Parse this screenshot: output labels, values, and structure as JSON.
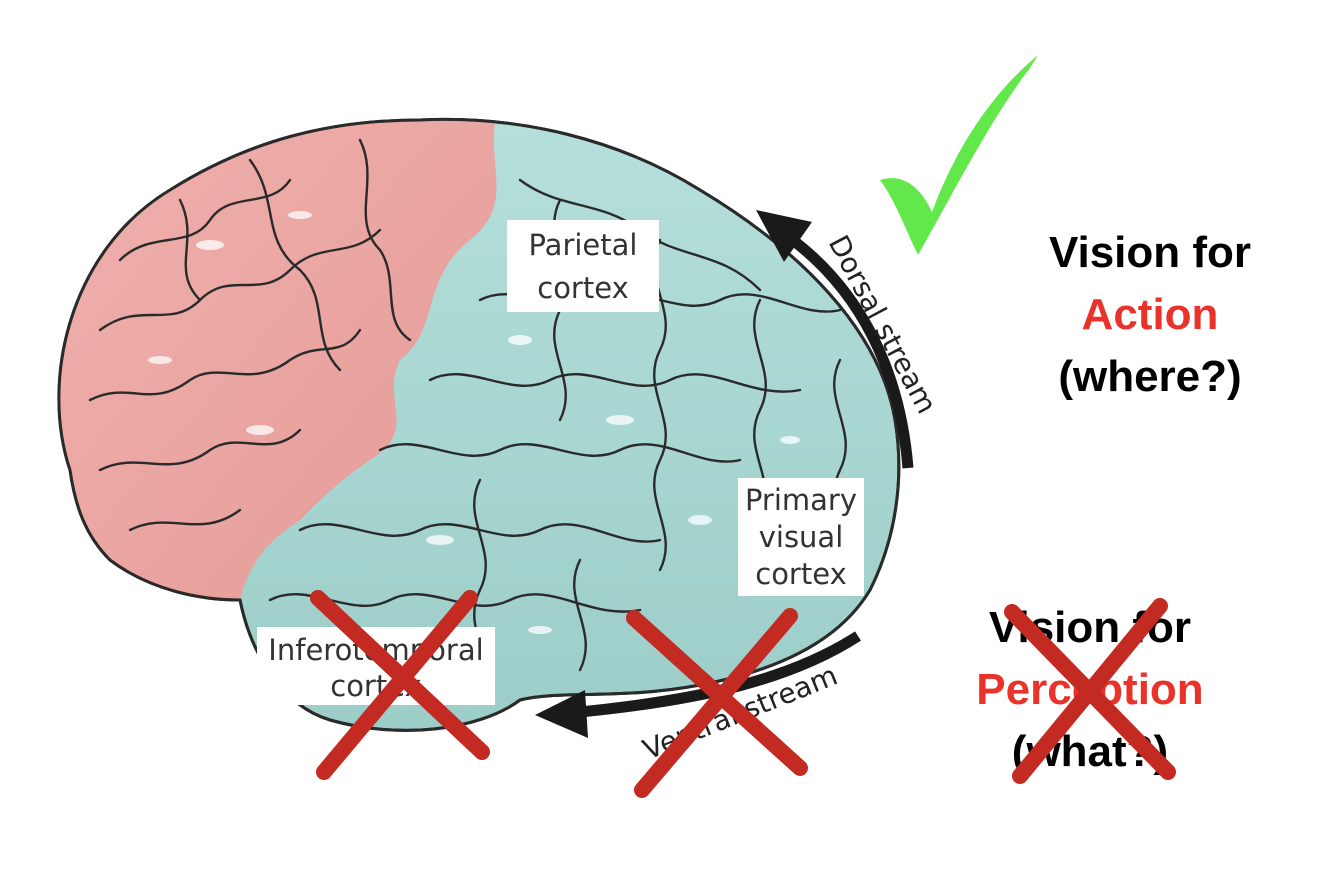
{
  "brain": {
    "labels": {
      "parietal": [
        "Parietal",
        "cortex"
      ],
      "primary_visual": [
        "Primary",
        "visual",
        "cortex"
      ],
      "inferotemporal": [
        "Inferotemporal",
        "cortex"
      ]
    },
    "dorsal_stream": "Dorsal stream",
    "ventral_stream": "Ventral stream"
  },
  "action_block": {
    "line1": "Vision for",
    "line2": "Action",
    "line3": "(where?)"
  },
  "perception_block": {
    "line1": "Vision for",
    "line2": "Perception",
    "line3": "(what?)"
  },
  "marks": {
    "check_icon": "green-check",
    "cross_icon": "red-x"
  },
  "colors": {
    "frontal_pink": "#eba6a3",
    "posterior_teal": "#a7d5d1",
    "check_green": "#62e84a",
    "cross_red": "#c22a22",
    "accent_red": "#e8322a"
  }
}
